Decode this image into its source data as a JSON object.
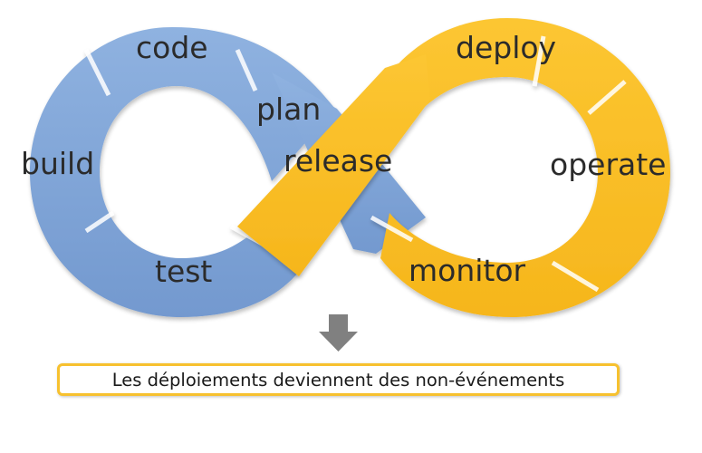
{
  "diagram": {
    "stages": {
      "code": "code",
      "build": "build",
      "test": "test",
      "plan": "plan",
      "release": "release",
      "deploy": "deploy",
      "operate": "operate",
      "monitor": "monitor"
    },
    "colors": {
      "dev_loop": "#7ea3d6",
      "ops_loop": "#fbbf24",
      "arrow": "#808080",
      "caption_border": "#f7c12f"
    },
    "caption": "Les déploiements deviennent des non-événements",
    "arrow_icon": "down-arrow-icon"
  }
}
